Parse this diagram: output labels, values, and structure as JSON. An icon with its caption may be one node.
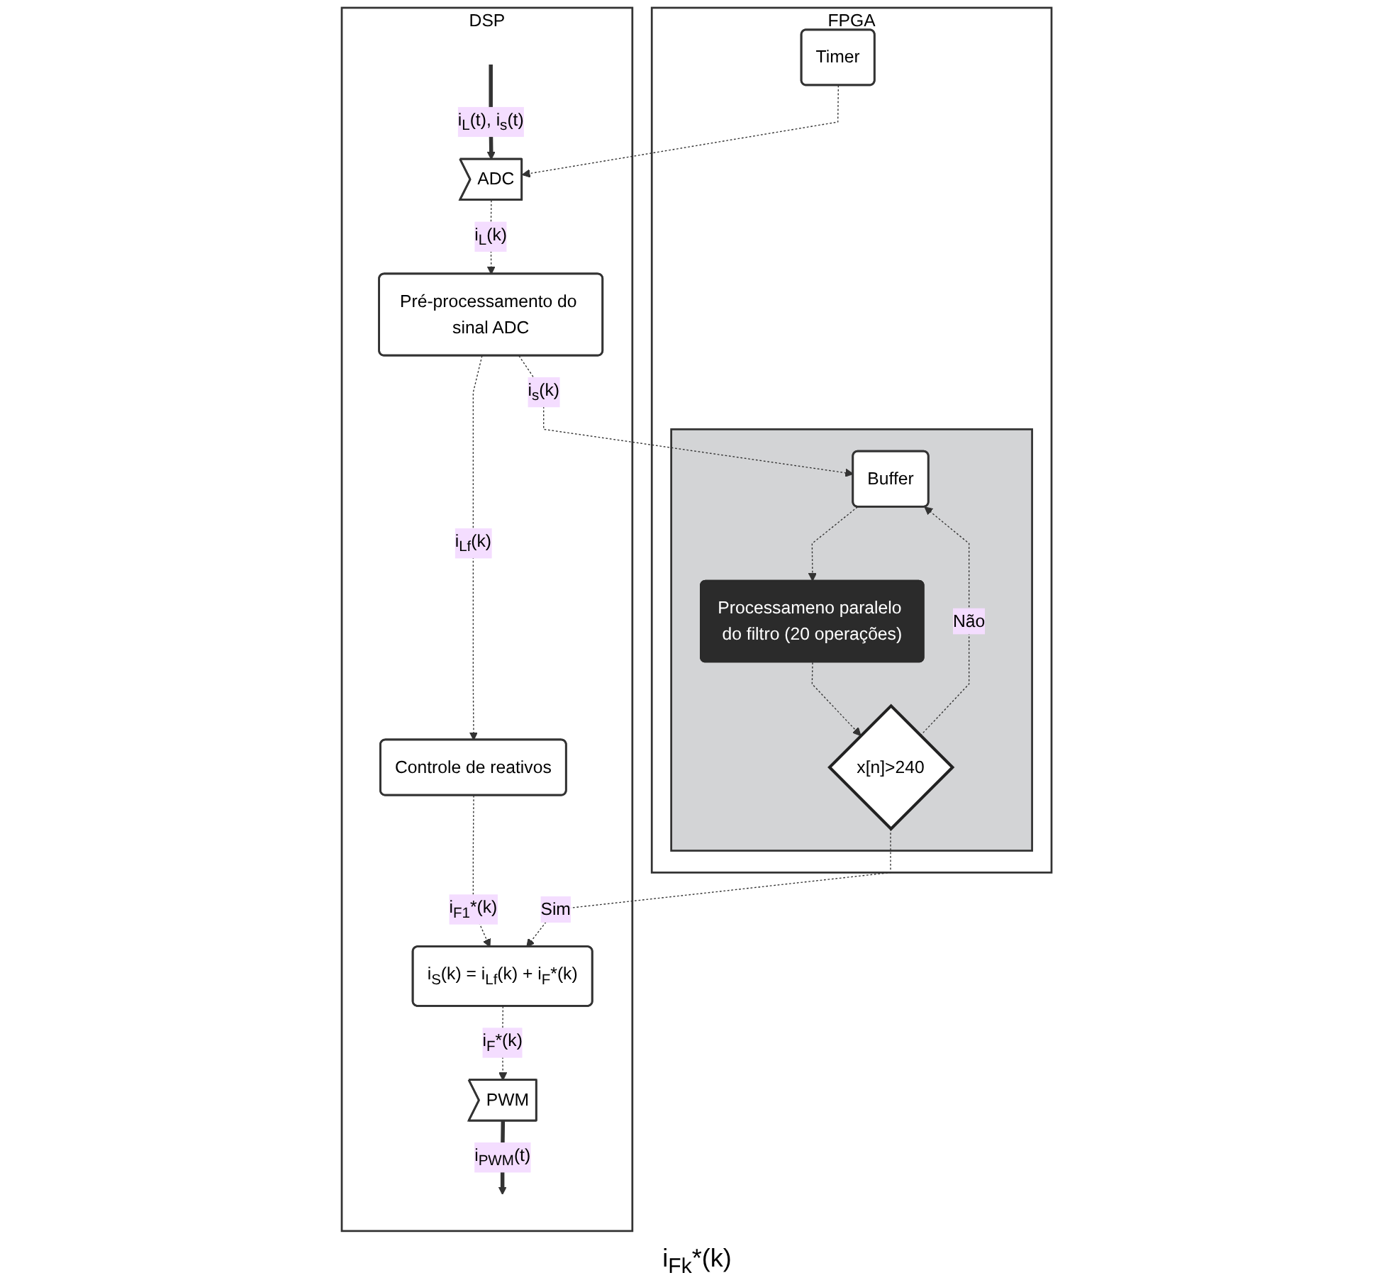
{
  "diagram": {
    "nodes": [
      {
        "text": [
          "DSP"
        ]
      },
      {
        "text": [
          "FPGA"
        ]
      },
      {
        "text": [
          "Timer"
        ],
        "in": 1
      },
      {
        "text": [
          "ADC"
        ],
        "in": 0
      },
      {
        "text": [
          "Pré-processamento do sinal ADC"
        ],
        "in": 0
      },
      {
        "text": [
          "Controle de reativos"
        ],
        "in": 0
      },
      {
        "text": [
          "i$_{S}$(k) = i$_{Lf}$(k) + i$_{F}$*(k)"
        ],
        "in": 0
      },
      {
        "text": [
          "PWM"
        ],
        "in": 0
      },
      {
        "text": [],
        "shape": "box",
        "in": 1
      },
      {
        "text": [
          "Buffer"
        ],
        "in": 8
      },
      {
        "text": [
          "Processameno paralelo do filtro (20 operações)"
        ],
        "in": 8
      },
      {
        "text": [
          "x[n]>240"
        ],
        "in": 8
      }
    ],
    "edges": [
      {
        "from": 2,
        "to": 3,
        "arrow": "to",
        "style": "dashed"
      },
      {
        "from": null,
        "to": 3,
        "arrow": "to",
        "style": "thick",
        "label": "i$_{L}$(t), i$_{s}$(t)"
      },
      {
        "from": 3,
        "to": 4,
        "arrow": "to",
        "style": "dashed",
        "label": "i$_{L}$(k)"
      },
      {
        "from": 4,
        "to": 5,
        "arrow": "to",
        "style": "dashed",
        "label": "i$_{Lf}$(k)"
      },
      {
        "from": 4,
        "to": 9,
        "arrow": "to",
        "style": "dashed",
        "label": "i$_{s}$(k)"
      },
      {
        "from": 5,
        "to": 6,
        "arrow": "to",
        "style": "dashed",
        "label": "i$_{F1}$*(k)"
      },
      {
        "from": 6,
        "to": 7,
        "arrow": "to",
        "style": "dashed",
        "label": "i$_{F}$*(k)"
      },
      {
        "from": 7,
        "to": null,
        "arrow": "to",
        "style": "thick",
        "label": "i$_{PWM}$(t)"
      },
      {
        "from": 9,
        "to": 10,
        "arrow": "to",
        "style": "dashed"
      },
      {
        "from": 10,
        "to": 11,
        "arrow": "to",
        "style": "dashed"
      },
      {
        "from": 11,
        "to": 6,
        "arrow": "to",
        "style": "dashed",
        "label": "Sim"
      },
      {
        "from": 11,
        "to": 9,
        "arrow": "to",
        "style": "dashed",
        "label": "Não"
      }
    ],
    "labels": [
      "i$_{Fk}$*(k)"
    ]
  }
}
